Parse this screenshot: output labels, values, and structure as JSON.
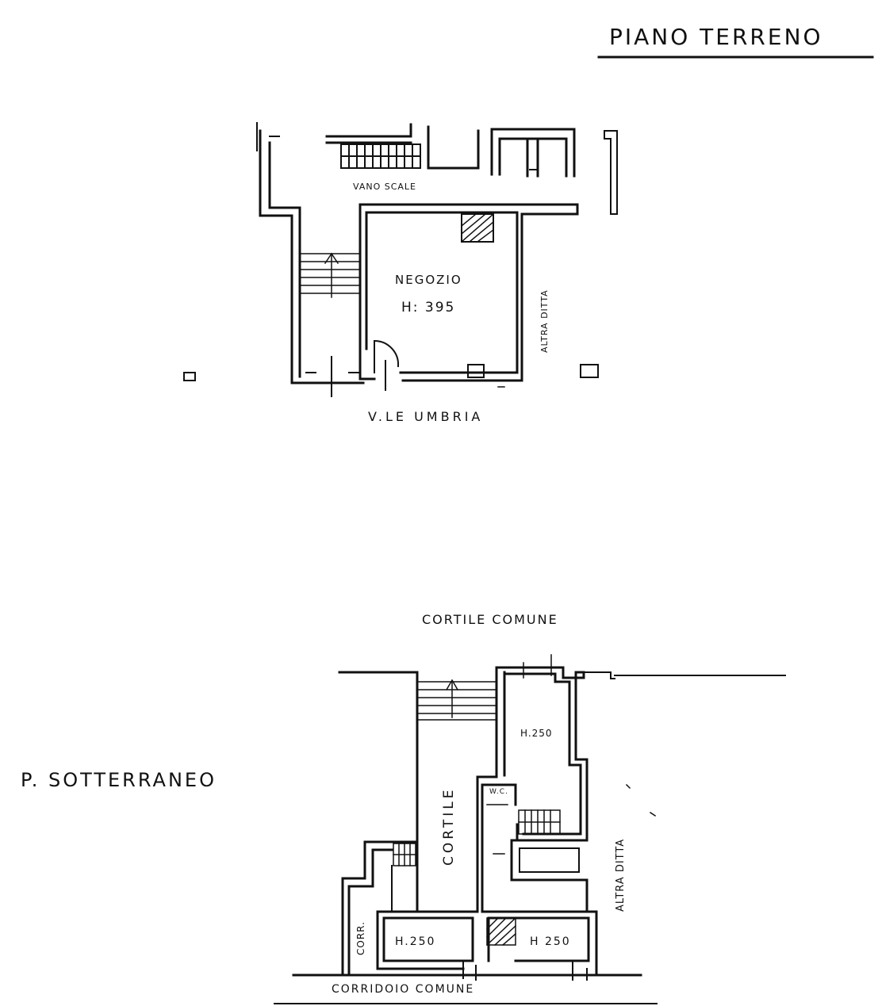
{
  "ground_floor": {
    "title": "PIANO TERRENO",
    "stair_label": "VANO SCALE",
    "shop_name": "NEGOZIO",
    "shop_height": "H: 395",
    "neighbor_label": "ALTRA DITTA",
    "street_label": "V.LE UMBRIA"
  },
  "basement": {
    "title": "P. SOTTERRANEO",
    "courtyard_top": "CORTILE COMUNE",
    "courtyard_label": "CORTILE",
    "room_height_top": "H.250",
    "wc_label": "W.C.",
    "neighbor_label": "ALTRA DITTA",
    "corridor_short": "CORR.",
    "room_height_left": "H.250",
    "room_height_right": "H 250",
    "corridor_label": "CORRIDOIO COMUNE"
  },
  "colors": {
    "ink": "#111111",
    "paper": "#ffffff"
  }
}
